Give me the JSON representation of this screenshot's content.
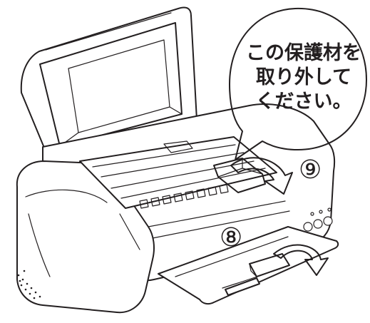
{
  "callout": {
    "lines": [
      "この保護材を",
      "取り外して",
      "ください。"
    ]
  },
  "steps": {
    "step_9": "⑨",
    "step_8": "⑧"
  },
  "colors": {
    "outline": "#231f20",
    "protective_material": "#f4b9cc",
    "arrow_fill": "#ffffff"
  }
}
